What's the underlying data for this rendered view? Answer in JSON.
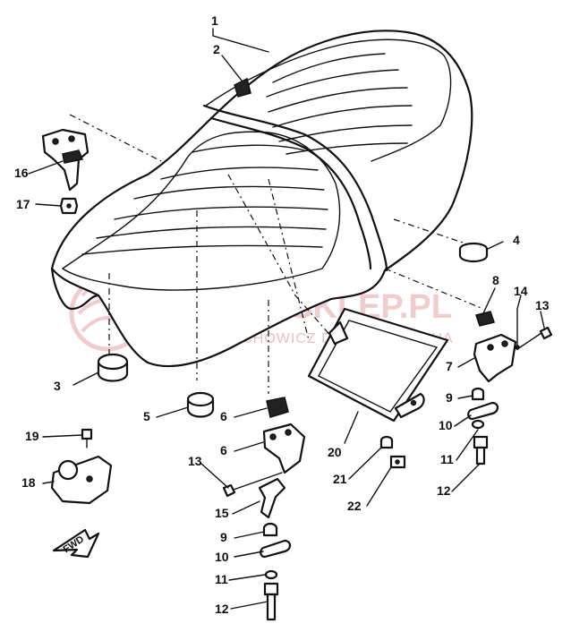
{
  "watermark": {
    "title": "YAMA-SKLEP.PL",
    "subtitle": "WOJCIECHOWICZ DEALER YAMAHA"
  },
  "direction_arrow": "FWD",
  "callouts": {
    "n1": "1",
    "n2": "2",
    "n3": "3",
    "n4": "4",
    "n5": "5",
    "n6a": "6",
    "n6b": "6",
    "n7": "7",
    "n8": "8",
    "n9a": "9",
    "n9b": "9",
    "n10a": "10",
    "n10b": "10",
    "n11a": "11",
    "n11b": "11",
    "n12a": "12",
    "n12b": "12",
    "n13a": "13",
    "n13b": "13",
    "n14": "14",
    "n15": "15",
    "n16": "16",
    "n17": "17",
    "n18": "18",
    "n19": "19",
    "n20": "20",
    "n21": "21",
    "n22": "22"
  }
}
